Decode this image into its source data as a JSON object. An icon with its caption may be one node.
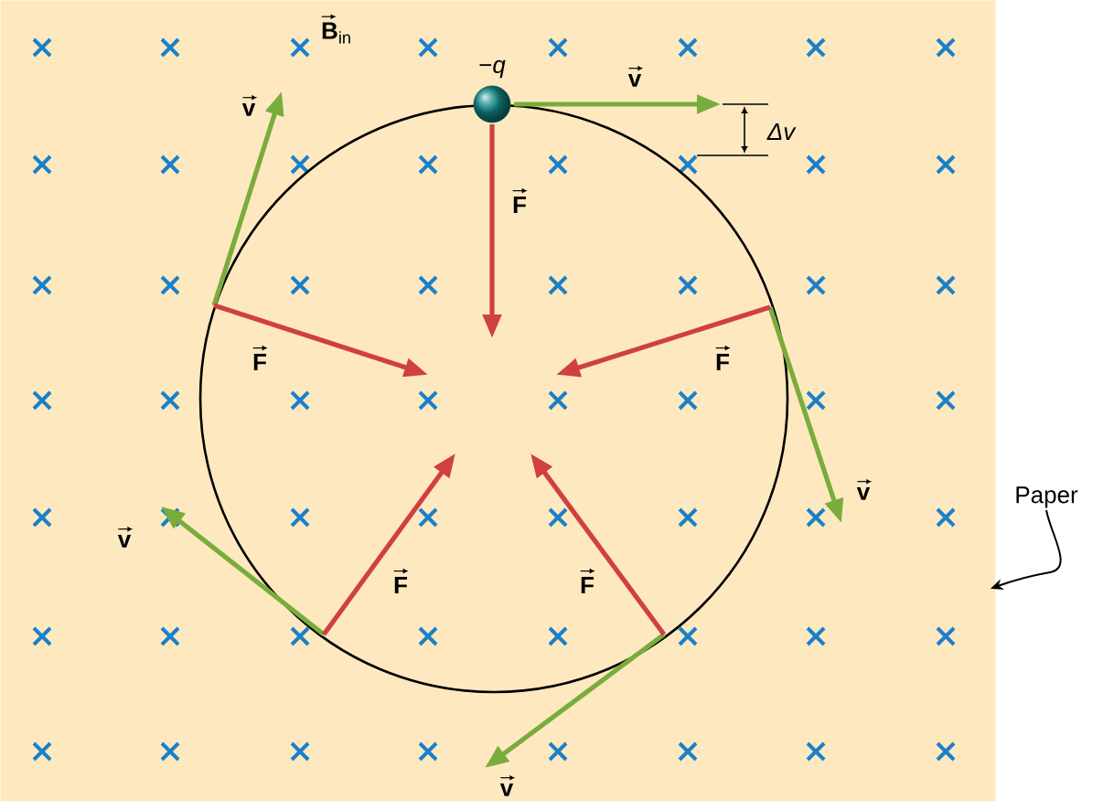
{
  "diagram": {
    "nodes": [
      {
        "text": [],
        "shape": "box"
      },
      {
        "text": [],
        "shape": "circle",
        "beside": [
          "−*q*"
        ],
        "in": 0
      },
      {
        "text": [
          "Paper"
        ]
      }
    ],
    "edges": [
      {
        "from": 2,
        "to": 0,
        "arrow": "to"
      }
    ],
    "labels": [
      "**B**$_{in}$",
      "v",
      "v",
      "Δv",
      "F",
      "F",
      "F",
      "v",
      "v",
      "F",
      "F",
      "v"
    ]
  }
}
